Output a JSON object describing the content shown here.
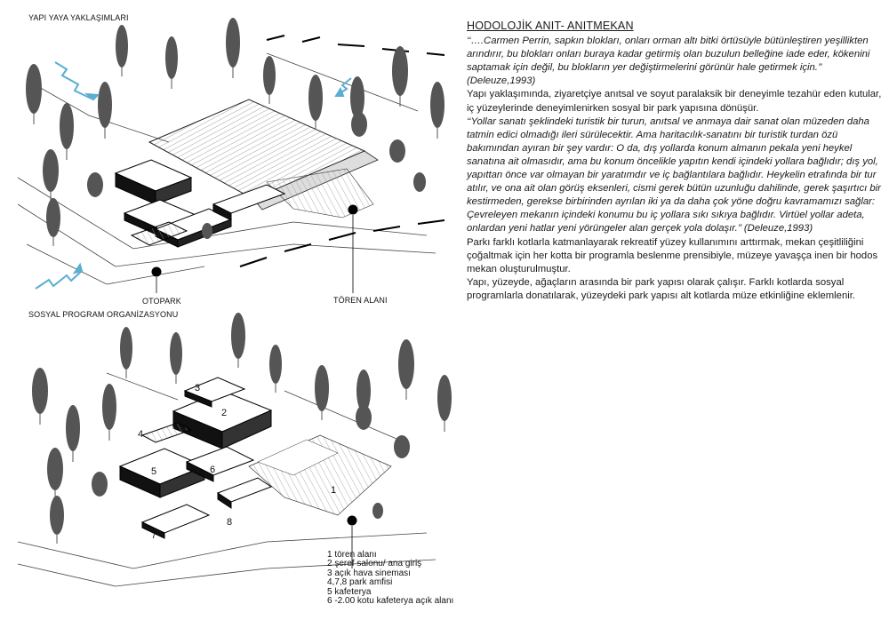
{
  "labels": {
    "approach_title": "YAPI YAYA YAKLAŞIMLARI",
    "program_title": "SOSYAL PROGRAM ORGANİZASYONU",
    "parking": "OTOPARK",
    "ceremony": "TÖREN ALANI"
  },
  "numbers": [
    "1",
    "2",
    "3",
    "4",
    "5",
    "6",
    "7",
    "8"
  ],
  "text": {
    "title": "HODOLOJİK ANIT- ANITMEKAN",
    "para1": "‘‘….Carmen Perrin, sapkın blokları, onları orman altı bitki örtüsüyle bütünleştiren yeşillikten arındırır, bu blokları onları buraya kadar getirmiş olan buzulun belleğine iade eder, kökenini saptamak için değil, bu blokların yer değiştirmelerini görünür hale getirmek için.’’ (Deleuze,1993)",
    "para2": "Yapı yaklaşımında, ziyaretçiye anıtsal ve soyut paralaksik bir deneyimle tezahür eden kutular, iç yüzeylerinde deneyimlenirken sosyal bir park yapısına dönüşür.",
    "para3": "‘‘Yollar sanatı şeklindeki turistik bir turun, anıtsal ve anmaya dair sanat olan müzeden daha tatmin edici olmadığı ileri sürülecektir. Ama haritacılık-sanatını bir turistik turdan özü bakımından ayıran bir şey vardır: O da, dış yollarda konum almanın pekala yeni heykel sanatına ait olmasıdır, ama bu konum öncelikle yapıtın kendi içindeki yollara bağlıdır; dış yol, yapıttan önce var olmayan bir yaratımdır ve iç bağlantılara bağlıdır. Heykelin etrafında bir tur atılır, ve ona ait olan görüş eksenleri, cismi gerek bütün uzunluğu dahilinde, gerek şaşırtıcı bir kestirmeden, gerekse birbirinden ayrılan iki ya da daha çok yöne doğru kavramamızı sağlar: Çevreleyen mekanın içindeki konumu bu iç yollara sıkı sıkıya bağlıdır. Virtüel yollar adeta, onlardan yeni hatlar yeni yörüngeler alan gerçek yola dolaşır.’’ (Deleuze,1993)",
    "para4": "Parkı farklı kotlarla katmanlayarak rekreatif yüzey kullanımını arttırmak, mekan çeşitliliğini çoğaltmak için her kotta bir programla beslenme prensibiyle, müzeye yavaşça inen bir hodos mekan oluşturulmuştur.",
    "para5": "Yapı, yüzeyde, ağaçların arasında bir park yapısı olarak çalışır. Farklı kotlarda sosyal programlarla donatılarak, yüzeydeki park yapısı alt kotlarda müze etkinliğine eklemlenir."
  },
  "legend": [
    "1 tören alanı",
    "2  şeref salonu/ ana giriş",
    "3  açık hava sineması",
    "4,7,8 park amfisi",
    "5  kafeterya",
    "6  -2.00 kotu kafeterya açık alanı"
  ],
  "colors": {
    "ink": "#111111",
    "tree": "#555555",
    "arrow": "#5aaed0",
    "ground": "#ffffff"
  }
}
